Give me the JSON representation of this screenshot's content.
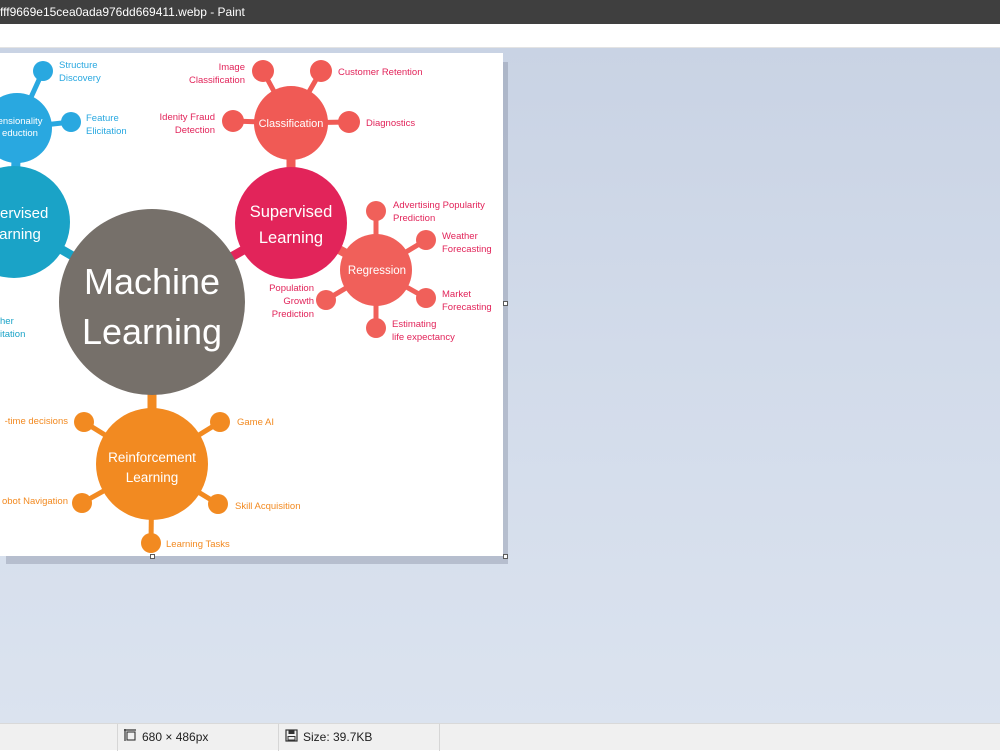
{
  "window": {
    "title": "fff9669e15cea0ada976dd669411.webp - Paint"
  },
  "status": {
    "dimensions": "680 × 486px",
    "size": "Size: 39.7KB"
  },
  "colors": {
    "unsupervised": "#1aa3c7",
    "dimred": "#29a8e0",
    "core": "#76706a",
    "supervised": "#e2245a",
    "classification": "#f05a55",
    "regression": "#f0605a",
    "reinforcement": "#f28a21"
  },
  "mindmap": {
    "core": [
      "Machine",
      "Learning"
    ],
    "unsupervised": [
      "pervised",
      "arning"
    ],
    "dimred": [
      "ensionality",
      "eduction"
    ],
    "dimred_leaves": [
      [
        "Structure",
        "Discovery"
      ],
      [
        "Feature",
        "Elicitation"
      ]
    ],
    "unsup_leaf_partial": [
      "her",
      "itation"
    ],
    "supervised": [
      "Supervised",
      "Learning"
    ],
    "classification": "Classification",
    "classification_leaves": [
      [
        "Image",
        "Classification"
      ],
      [
        "Customer Retention"
      ],
      [
        "Idenity Fraud",
        "Detection"
      ],
      [
        "Diagnostics"
      ]
    ],
    "regression": "Regression",
    "regression_leaves": [
      [
        "Advertising Popularity",
        "Prediction"
      ],
      [
        "Weather",
        "Forecasting"
      ],
      [
        "Population",
        "Growth",
        "Prediction"
      ],
      [
        "Market",
        "Forecasting"
      ],
      [
        "Estimating",
        "life expectancy"
      ]
    ],
    "reinforcement": [
      "Reinforcement",
      "Learning"
    ],
    "reinforcement_leaves": [
      [
        "-time decisions"
      ],
      [
        "Game AI"
      ],
      [
        "obot Navigation"
      ],
      [
        "Skill Acquisition"
      ],
      [
        "Learning Tasks"
      ]
    ]
  }
}
